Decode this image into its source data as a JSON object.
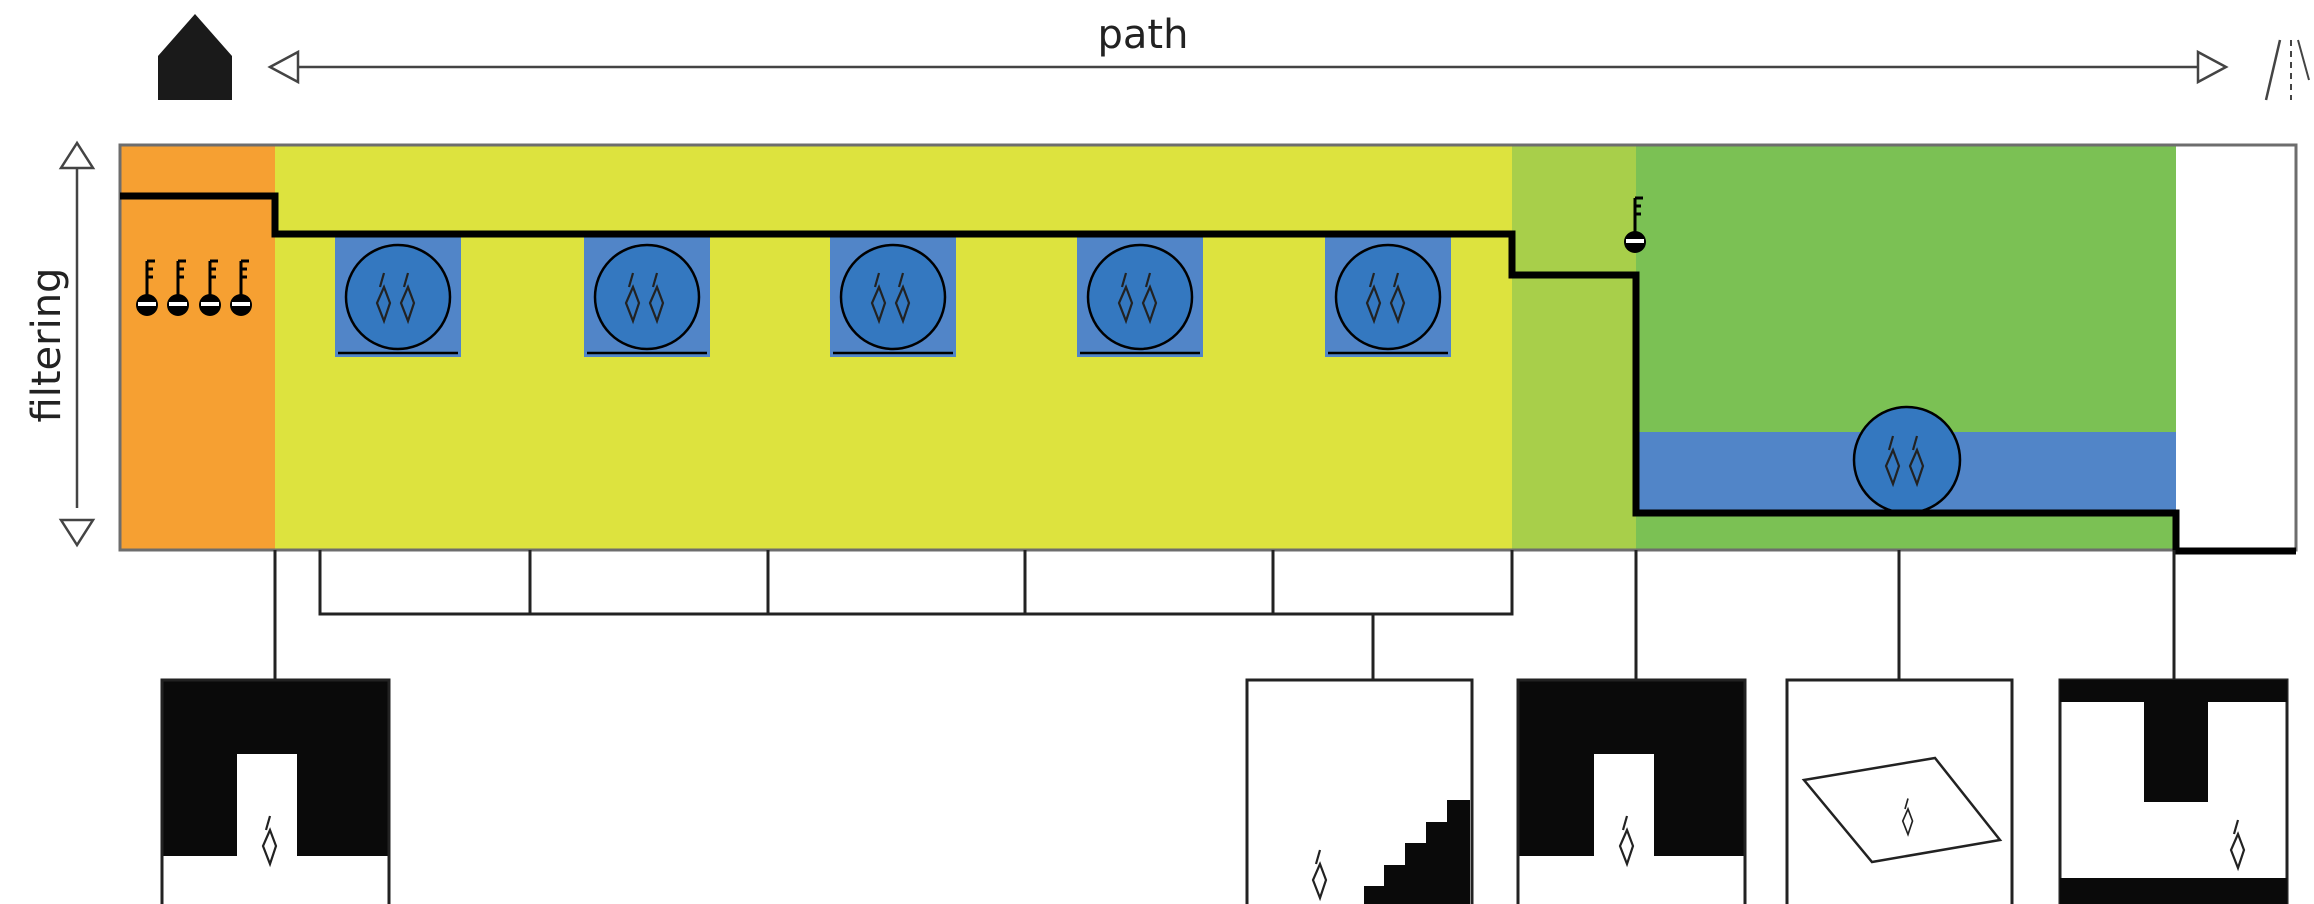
{
  "labels": {
    "path": "path",
    "filtering": "filtering"
  },
  "colors": {
    "orange_zone": "#f6a032",
    "yellow_zone": "#dde33e",
    "yellow_green_zone": "#a8cf4a",
    "green_zone": "#7bc154",
    "blue_box": "#5185c8",
    "blue_circle": "#3478c0",
    "outline": "#6d6d6d",
    "line": "#000000"
  },
  "icons": {
    "home": "house-icon",
    "keys": "key-icon",
    "checkpoint": "sensor-circle-icon",
    "cut_mark": "break-mark-icon"
  },
  "zones": [
    "entrance",
    "corridor",
    "transition",
    "open-area",
    "exit"
  ],
  "sensor_units": {
    "corridor_count": 5,
    "open_area_count": 1
  },
  "thumbnails": [
    "doorway-view",
    "staircase-view",
    "doorway-view-2",
    "floor-panel-view",
    "exit-room-view"
  ]
}
